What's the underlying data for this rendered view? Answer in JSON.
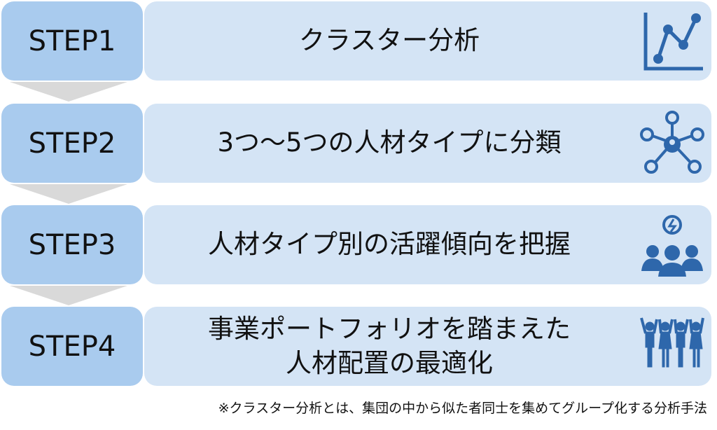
{
  "steps": [
    {
      "label": "STEP1",
      "text": [
        "クラスター分析"
      ],
      "icon": "line-chart-icon"
    },
    {
      "label": "STEP2",
      "text": [
        "3つ～5つの人材タイプに分類"
      ],
      "icon": "people-network-icon"
    },
    {
      "label": "STEP3",
      "text": [
        "人材タイプ別の活躍傾向を把握"
      ],
      "icon": "team-idea-icon"
    },
    {
      "label": "STEP4",
      "text": [
        "事業ポートフォリオを踏まえた",
        "人材配置の最適化"
      ],
      "icon": "team-celebrate-icon"
    }
  ],
  "footnote": "※クラスター分析とは、集団の中から似た者同士を集めてグループ化する分析手法",
  "colors": {
    "step": "#a9cbee",
    "content": "#d4e4f5",
    "icon": "#2e67ab",
    "arrow": "#d9d9d9"
  }
}
